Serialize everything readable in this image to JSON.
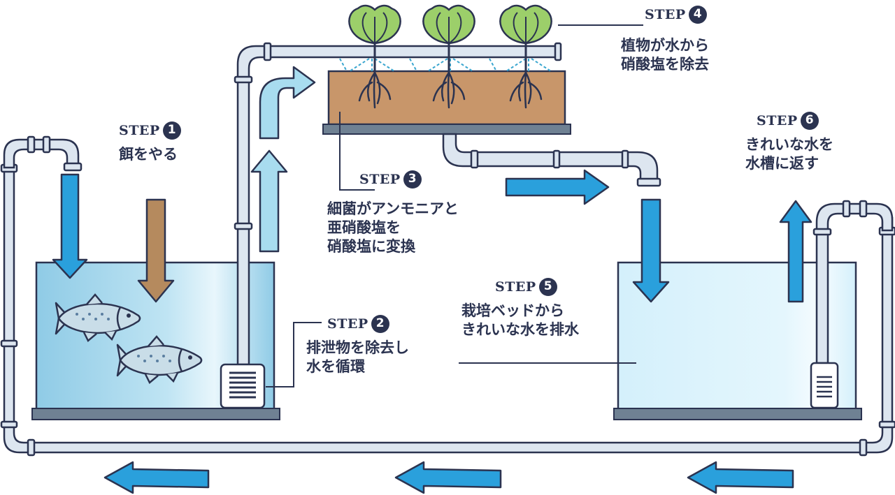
{
  "colors": {
    "outline": "#2b3350",
    "pipe": "#dde6f0",
    "water_left": "#9fd3ea",
    "water_right": "#dff4fd",
    "soil": "#c8966a",
    "flow_arrow": "#2aa0dc",
    "return_arrow": "#a8dcef",
    "food_arrow": "#b58a5e",
    "leaf": "#9ccf6a",
    "fish": "#c9dde8"
  },
  "steps": [
    {
      "label": "STEP",
      "number": "1",
      "lines": [
        "餌をやる"
      ]
    },
    {
      "label": "STEP",
      "number": "2",
      "lines": [
        "排泄物を除去し",
        "水を循環"
      ]
    },
    {
      "label": "STEP",
      "number": "3",
      "lines": [
        "細菌がアンモニアと",
        "亜硝酸塩を",
        "硝酸塩に変換"
      ]
    },
    {
      "label": "STEP",
      "number": "4",
      "lines": [
        "植物が水から",
        "硝酸塩を除去"
      ]
    },
    {
      "label": "STEP",
      "number": "5",
      "lines": [
        "栽培ベッドから",
        "きれいな水を排水"
      ]
    },
    {
      "label": "STEP",
      "number": "6",
      "lines": [
        "きれいな水を",
        "水槽に返す"
      ]
    }
  ]
}
